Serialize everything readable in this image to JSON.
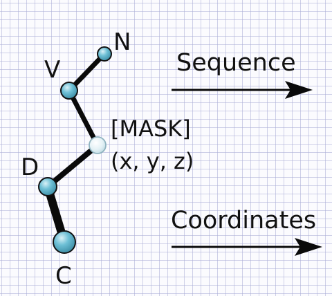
{
  "residues": {
    "n_label": "N",
    "v_label": "V",
    "d_label": "D",
    "c_label": "C"
  },
  "mask": {
    "token_label": "[MASK]",
    "coord_label": "(x, y, z)"
  },
  "arrows": {
    "sequence_label": "Sequence",
    "coordinates_label": "Coordinates"
  },
  "colors": {
    "atom_fill": "#6ec0d6",
    "masked_atom_fill": "#dff0f4",
    "bond": "#0a0a0a",
    "grid": "#aaacd6",
    "text": "#111111"
  }
}
